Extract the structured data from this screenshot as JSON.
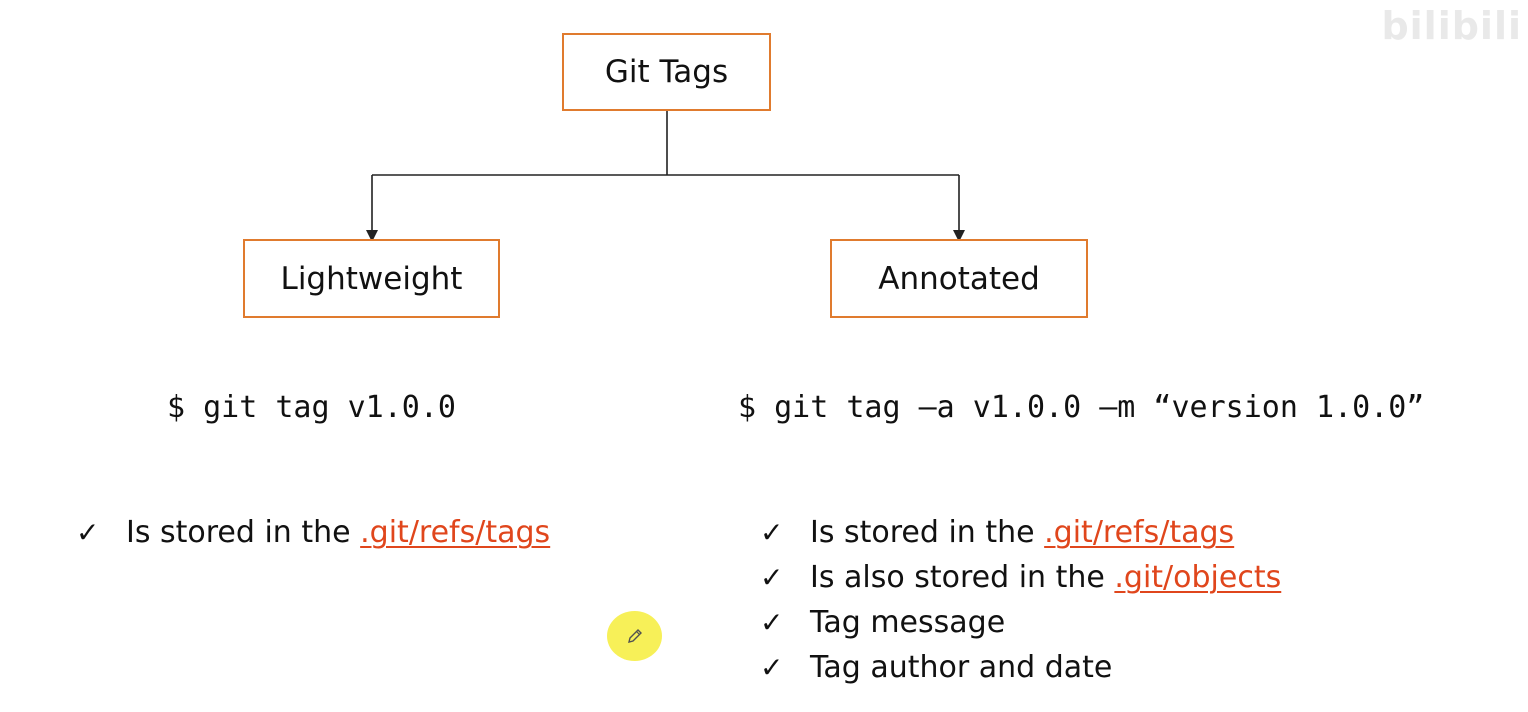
{
  "diagram": {
    "root": {
      "label": "Git Tags"
    },
    "branches": [
      {
        "label": "Lightweight",
        "command": "$ git tag v1.0.0",
        "facts": [
          {
            "text": "Is stored in the ",
            "path": ".git/refs/tags"
          }
        ]
      },
      {
        "label": "Annotated",
        "command": "$ git tag –a v1.0.0 –m “version 1.0.0”",
        "facts": [
          {
            "text": "Is stored in the ",
            "path": ".git/refs/tags"
          },
          {
            "text": "Is also stored in the ",
            "path": ".git/objects"
          },
          {
            "text": "Tag message",
            "path": ""
          },
          {
            "text": "Tag author and date",
            "path": ""
          }
        ]
      }
    ]
  },
  "colors": {
    "box_border": "#e07b2e",
    "path_text": "#e0461c",
    "cursor_highlight": "#f6ee3c"
  },
  "icons": {
    "check": "check-icon",
    "cursor": "pencil-icon",
    "watermark": "bilibili-watermark"
  },
  "watermark": {
    "text": "bilibili"
  }
}
